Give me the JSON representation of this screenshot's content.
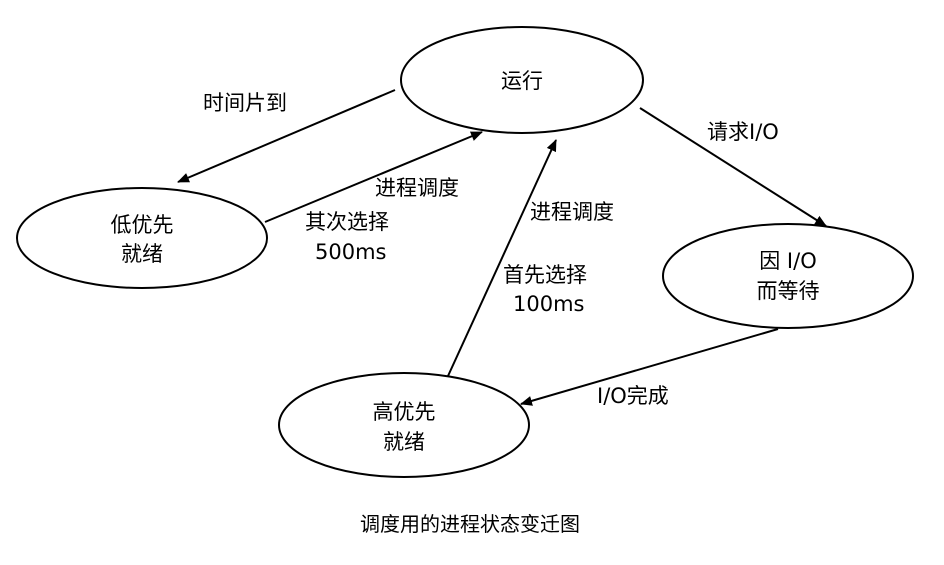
{
  "diagram": {
    "caption": "调度用的进程状态变迁图",
    "nodes": {
      "running": {
        "line1": "运行",
        "line2": ""
      },
      "low_ready": {
        "line1": "低优先",
        "line2": "就绪"
      },
      "io_wait": {
        "line1": "因 I/O",
        "line2": "而等待"
      },
      "high_ready": {
        "line1": "高优先",
        "line2": "就绪"
      }
    },
    "edges": {
      "timeslice": {
        "label": "时间片到"
      },
      "low_to_run": {
        "label_top": "进程调度",
        "label_mid": "其次选择",
        "label_bot": "500ms"
      },
      "high_to_run": {
        "label_top": "进程调度",
        "label_mid": "首先选择",
        "label_bot": "100ms"
      },
      "io_request": {
        "label": "请求I/O"
      },
      "io_done": {
        "label": "I/O完成"
      }
    }
  }
}
